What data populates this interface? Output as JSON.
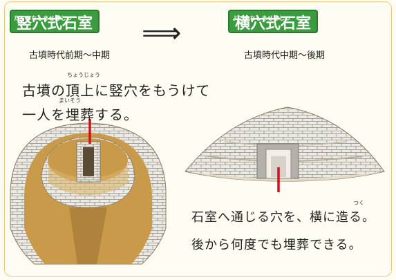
{
  "left": {
    "title": "竪穴式石室",
    "title_ruby": "たてあなしきせきしつ",
    "period": "古墳時代前期〜中期",
    "desc_line1": "古墳の頂上に竪穴をもうけて",
    "desc_line2": "一人を埋葬する。",
    "ruby_choujou": "ちょうじょう",
    "ruby_maisou": "まいそう"
  },
  "arrow": "⟹",
  "right": {
    "title": "横穴式石室",
    "title_ruby": "よこあなしきせきしつ",
    "period": "古墳時代中期〜後期",
    "desc_line1": "石室へ通じる穴を、横に造る。",
    "desc_line2": "後から何度でも埋葬できる。",
    "ruby_tsuku": "つく"
  },
  "colors": {
    "badge": "#3b9b3f",
    "mound": "#c99a4a",
    "stone": "#e6e3dc",
    "arrow_red": "#d6101a"
  }
}
